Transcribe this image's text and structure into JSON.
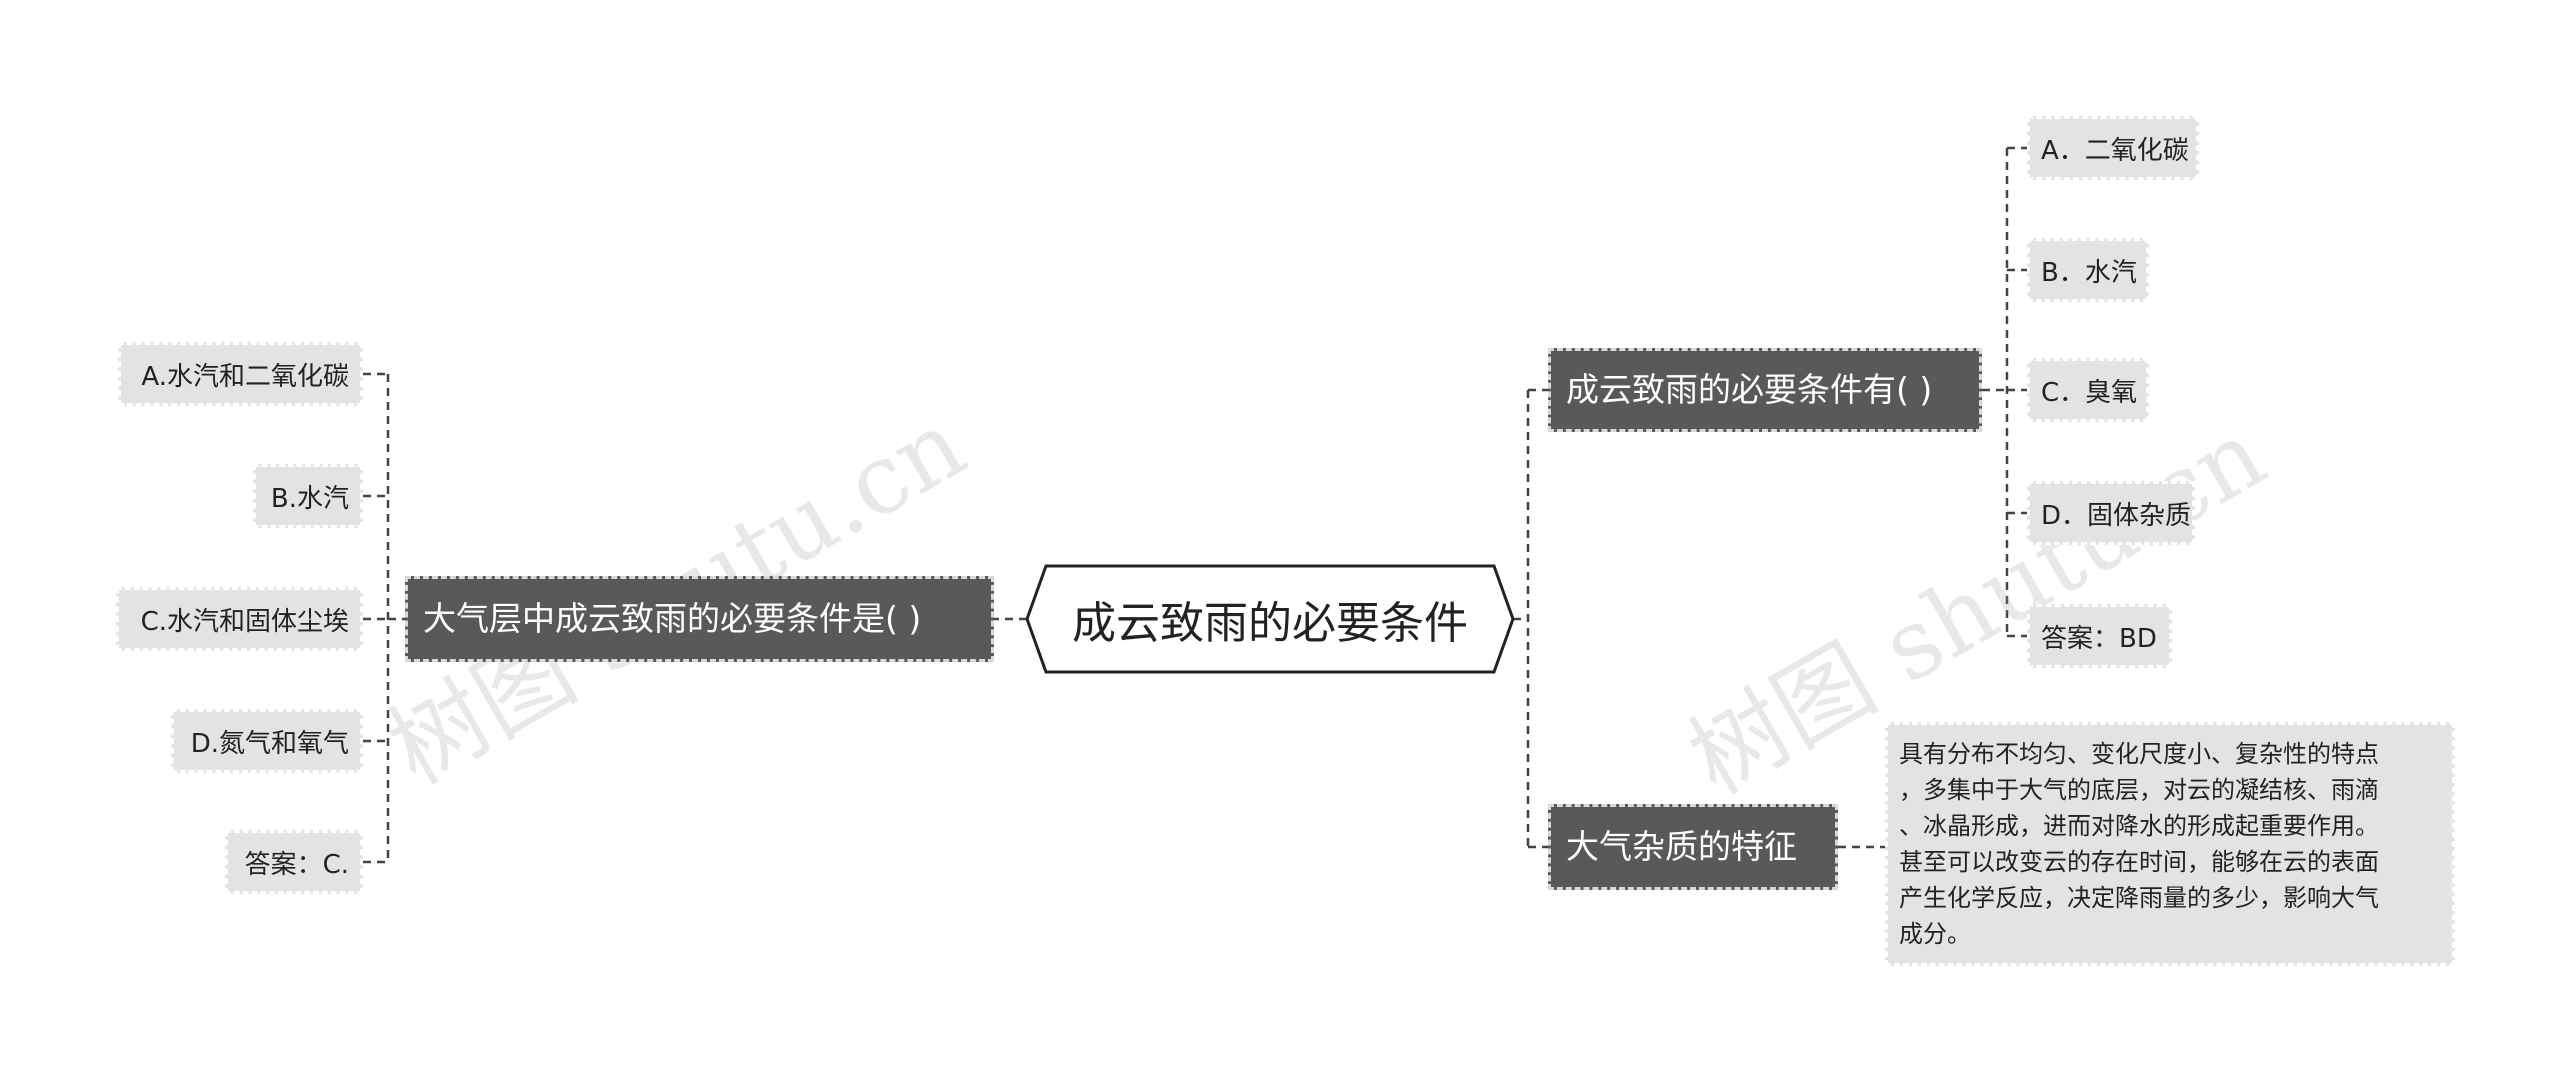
{
  "center": {
    "label": "成云致雨的必要条件"
  },
  "left_branch": {
    "label": "大气层中成云致雨的必要条件是( )",
    "options": [
      "A.水汽和二氧化碳",
      "B.水汽",
      "C.水汽和固体尘埃",
      "D.氮气和氧气",
      "答案：C."
    ]
  },
  "right_branch_1": {
    "label": "成云致雨的必要条件有( )",
    "options": [
      "A．二氧化碳",
      "B．水汽",
      "C．臭氧",
      "D．固体杂质",
      "答案：BD"
    ]
  },
  "right_branch_2": {
    "label": "大气杂质的特征",
    "description": "具有分布不均匀、变化尺度小、复杂性的特点\n，多集中于大气的底层，对云的凝结核、雨滴\n、冰晶形成，进而对降水的形成起重要作用。\n甚至可以改变云的存在时间，能够在云的表面\n产生化学反应，决定降雨量的多少，影响大气\n成分。"
  },
  "watermark": "树图 shutu.cn",
  "colors": {
    "branch_bg": "#595959",
    "leaf_bg": "#e3e3e3",
    "line": "#444444"
  }
}
